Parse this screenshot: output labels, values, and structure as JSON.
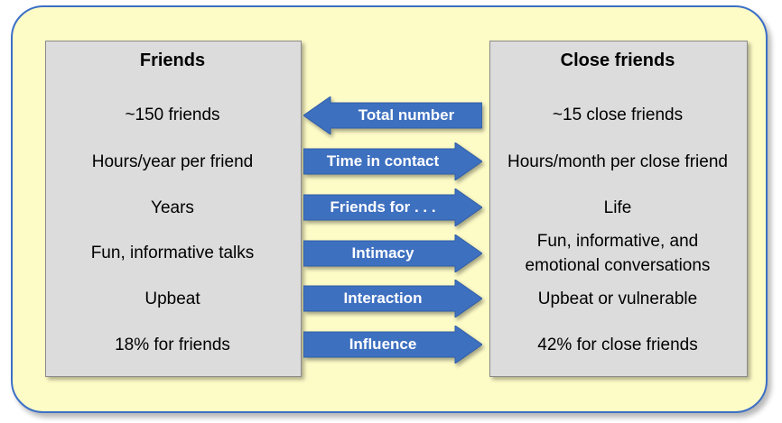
{
  "columns": {
    "left_title": "Friends",
    "right_title": "Close friends"
  },
  "rows": [
    {
      "left": "~150 friends",
      "arrow": "Total number",
      "direction": "left",
      "right": "~15 close friends"
    },
    {
      "left": "Hours/year per friend",
      "arrow": "Time in contact",
      "direction": "right",
      "right": "Hours/month per close friend"
    },
    {
      "left": "Years",
      "arrow": "Friends for . . .",
      "direction": "right",
      "right": "Life"
    },
    {
      "left": "Fun, informative talks",
      "arrow": "Intimacy",
      "direction": "right",
      "right_line1": "Fun, informative, and",
      "right_line2": "emotional conversations"
    },
    {
      "left": "Upbeat",
      "arrow": "Interaction",
      "direction": "right",
      "right": "Upbeat or vulnerable"
    },
    {
      "left": "18% for friends",
      "arrow": "Influence",
      "direction": "right",
      "right": "42% for close friends"
    }
  ],
  "colors": {
    "frame_fill": "#fdfbc6",
    "frame_border": "#3b6fc7",
    "column_fill": "#dcdcdc",
    "arrow_fill": "#3e70c0"
  }
}
